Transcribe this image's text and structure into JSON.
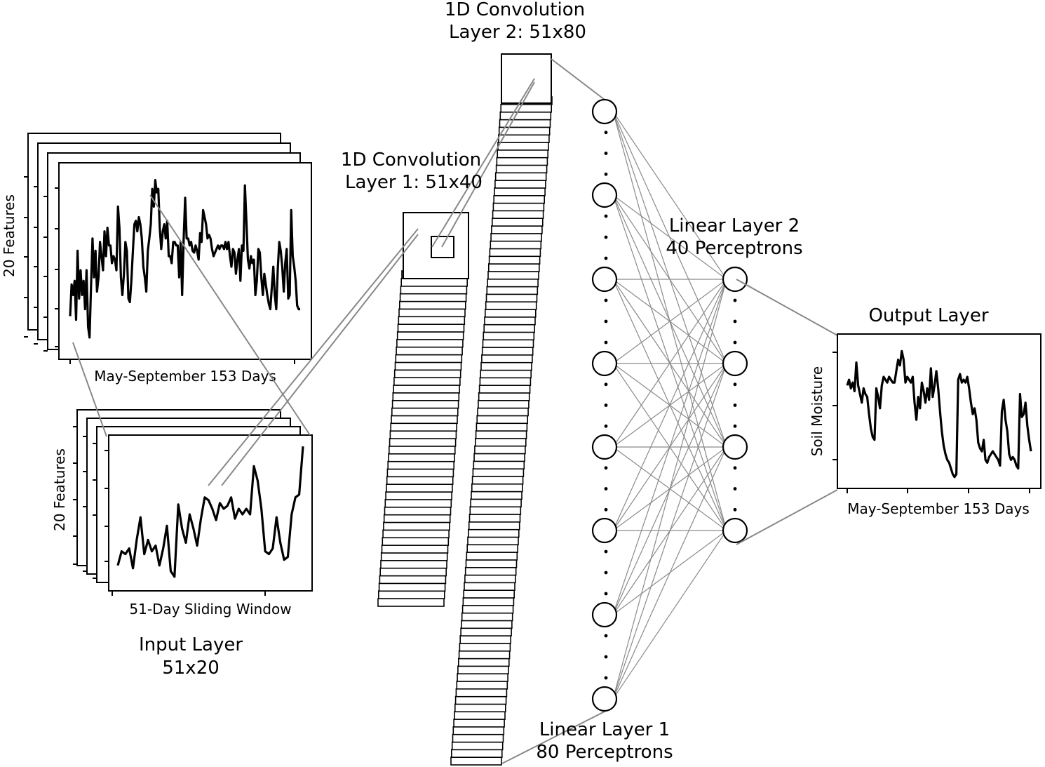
{
  "labels": {
    "conv2_line1": "1D Convolution",
    "conv2_line2": "Layer 2: 51x80",
    "conv1_line1": "1D Convolution",
    "conv1_line2": "Layer 1: 51x40",
    "lin2_line1": "Linear Layer 2",
    "lin2_line2": "40 Perceptrons",
    "lin1_line1": "Linear Layer 1",
    "lin1_line2": "80 Perceptrons",
    "output_title": "Output Layer",
    "input_line1": "Input Layer",
    "input_line2": "51x20"
  },
  "plots": {
    "features": {
      "ylabel": "20 Features",
      "xlabel": "May-September 153 Days",
      "series": [
        0.18,
        0.36,
        0.3,
        0.38,
        0.16,
        0.55,
        0.28,
        0.44,
        0.3,
        0.38,
        0.22,
        0.44,
        0.12,
        0.06,
        0.35,
        0.62,
        0.4,
        0.55,
        0.32,
        0.4,
        0.6,
        0.52,
        0.44,
        0.66,
        0.52,
        0.68,
        0.58,
        0.58,
        0.48,
        0.52,
        0.5,
        0.44,
        0.8,
        0.68,
        0.4,
        0.3,
        0.42,
        0.6,
        0.55,
        0.28,
        0.26,
        0.38,
        0.55,
        0.7,
        0.72,
        0.66,
        0.74,
        0.7,
        0.62,
        0.46,
        0.4,
        0.32,
        0.55,
        0.62,
        0.7,
        0.9,
        0.8,
        0.95,
        0.88,
        0.9,
        0.68,
        0.56,
        0.66,
        0.7,
        0.62,
        0.72,
        0.52,
        0.52,
        0.48,
        0.6,
        0.6,
        0.58,
        0.58,
        0.4,
        0.6,
        0.3,
        0.62,
        0.85,
        0.62,
        0.62,
        0.58,
        0.6,
        0.55,
        0.54,
        0.58,
        0.55,
        0.5,
        0.65,
        0.6,
        0.78,
        0.74,
        0.7,
        0.62,
        0.64,
        0.62,
        0.56,
        0.52,
        0.54,
        0.56,
        0.58,
        0.56,
        0.58,
        0.58,
        0.56,
        0.6,
        0.56,
        0.6,
        0.52,
        0.46,
        0.56,
        0.54,
        0.42,
        0.5,
        0.56,
        0.38,
        0.58,
        0.55,
        0.92,
        0.72,
        0.5,
        0.45,
        0.52,
        0.48,
        0.5,
        0.3,
        0.38,
        0.56,
        0.54,
        0.4,
        0.3,
        0.42,
        0.36,
        0.3,
        0.25,
        0.22,
        0.34,
        0.46,
        0.3,
        0.22,
        0.45,
        0.6,
        0.55,
        0.46,
        0.32,
        0.48,
        0.56,
        0.28,
        0.3,
        0.78,
        0.52,
        0.46,
        0.38,
        0.24,
        0.22,
        0.22
      ]
    },
    "window": {
      "ylabel": "20 Features",
      "xlabel": "51-Day Sliding Window",
      "series": [
        0.12,
        0.22,
        0.2,
        0.24,
        0.1,
        0.3,
        0.46,
        0.2,
        0.3,
        0.22,
        0.26,
        0.12,
        0.24,
        0.4,
        0.08,
        0.04,
        0.55,
        0.38,
        0.28,
        0.48,
        0.38,
        0.26,
        0.45,
        0.6,
        0.58,
        0.52,
        0.44,
        0.56,
        0.52,
        0.54,
        0.6,
        0.45,
        0.52,
        0.48,
        0.52,
        0.48,
        0.82,
        0.72,
        0.52,
        0.22,
        0.2,
        0.24,
        0.46,
        0.28,
        0.16,
        0.18,
        0.48,
        0.6,
        0.62,
        0.96
      ]
    },
    "output": {
      "ylabel": "Soil Moisture",
      "xlabel": "May-September 153 Days",
      "series": [
        0.68,
        0.72,
        0.66,
        0.7,
        0.64,
        0.84,
        0.68,
        0.62,
        0.56,
        0.66,
        0.62,
        0.6,
        0.48,
        0.38,
        0.32,
        0.3,
        0.66,
        0.6,
        0.52,
        0.68,
        0.74,
        0.72,
        0.7,
        0.74,
        0.72,
        0.7,
        0.7,
        0.78,
        0.86,
        0.82,
        0.92,
        0.86,
        0.7,
        0.74,
        0.72,
        0.7,
        0.74,
        0.56,
        0.44,
        0.6,
        0.52,
        0.7,
        0.64,
        0.56,
        0.66,
        0.58,
        0.8,
        0.6,
        0.68,
        0.78,
        0.66,
        0.5,
        0.36,
        0.26,
        0.2,
        0.16,
        0.14,
        0.1,
        0.06,
        0.04,
        0.06,
        0.72,
        0.76,
        0.7,
        0.72,
        0.7,
        0.74,
        0.66,
        0.56,
        0.48,
        0.52,
        0.44,
        0.28,
        0.24,
        0.22,
        0.3,
        0.16,
        0.14,
        0.18,
        0.2,
        0.22,
        0.2,
        0.18,
        0.16,
        0.12,
        0.5,
        0.58,
        0.44,
        0.36,
        0.2,
        0.16,
        0.18,
        0.16,
        0.12,
        0.1,
        0.62,
        0.46,
        0.48,
        0.56,
        0.4,
        0.3,
        0.22
      ]
    }
  }
}
